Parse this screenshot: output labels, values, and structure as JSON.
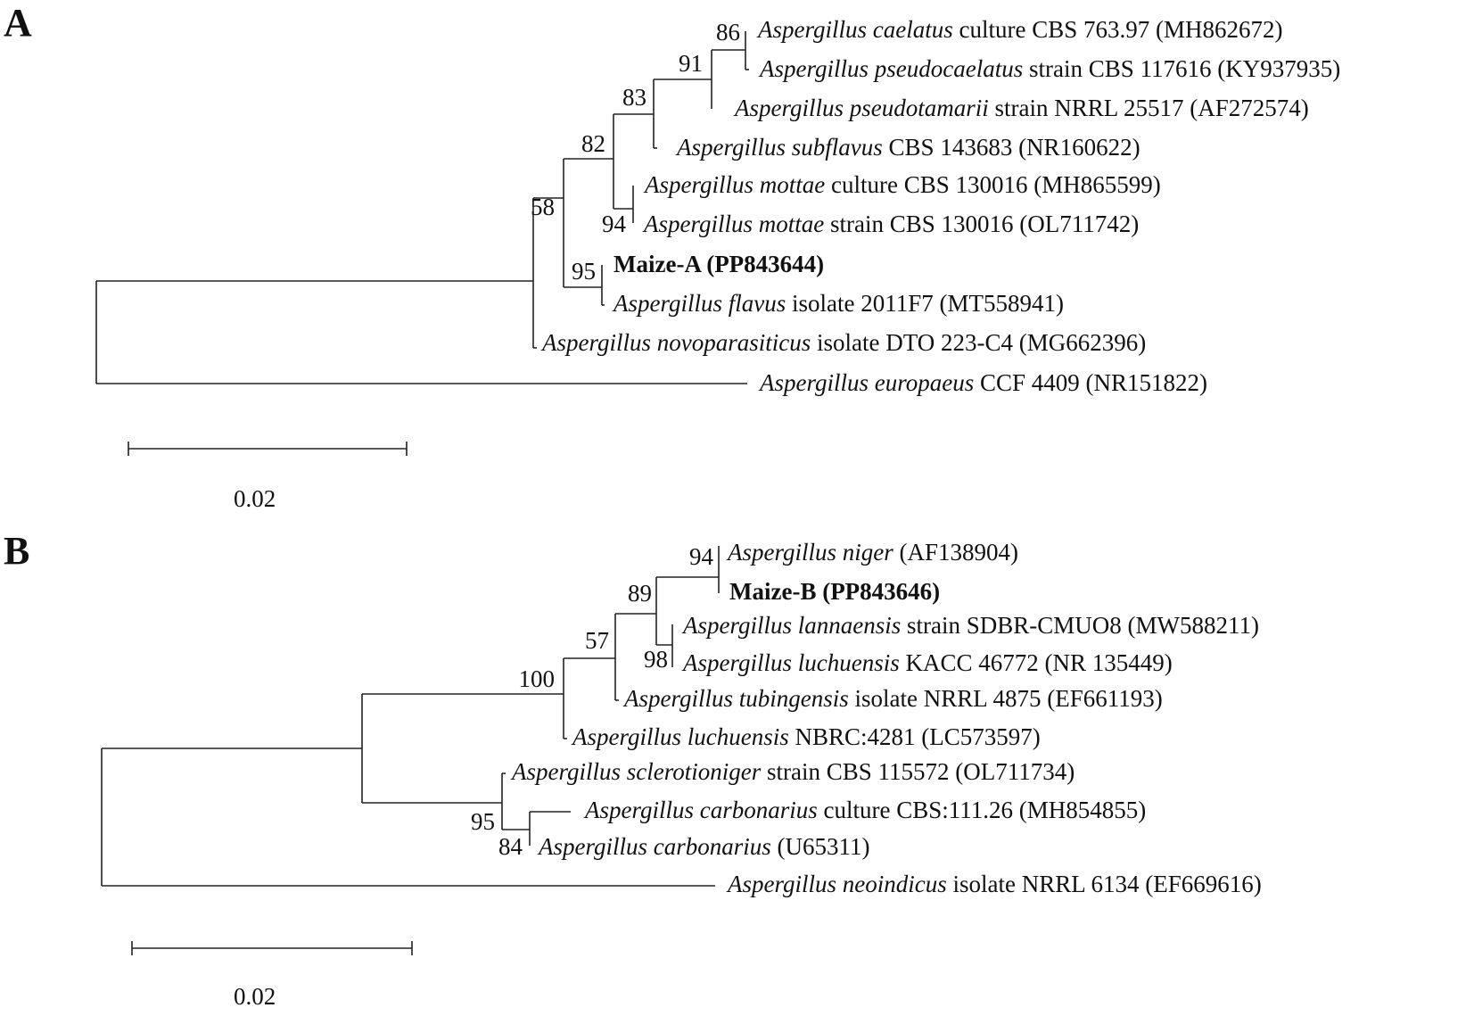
{
  "panels": [
    {
      "label": "A",
      "leaves": [
        {
          "genus": "Aspergillus",
          "species": "caelatus",
          "rest": " culture CBS 763.97 (MH862672)"
        },
        {
          "genus": "Aspergillus",
          "species": "pseudocaelatus",
          "rest": " strain CBS 117616 (KY937935)"
        },
        {
          "genus": "Aspergillus",
          "species": "pseudotamarii",
          "rest": " strain NRRL 25517 (AF272574)"
        },
        {
          "genus": "Aspergillus",
          "species": "subflavus",
          "rest": " CBS 143683 (NR160622)"
        },
        {
          "genus": "Aspergillus",
          "species": "mottae",
          "rest": " culture CBS 130016 (MH865599)"
        },
        {
          "genus": "Aspergillus",
          "species": "mottae",
          "rest": " strain CBS 130016 (OL711742)"
        },
        {
          "bold": "Maize-A (PP843644)"
        },
        {
          "genus": "Aspergillus",
          "species": "flavus",
          "rest": " isolate 2011F7 (MT558941)"
        },
        {
          "genus": "Aspergillus",
          "species": "novoparasiticus",
          "rest": " isolate DTO 223-C4 (MG662396)"
        },
        {
          "genus": "Aspergillus",
          "species": "europaeus",
          "rest": " CCF 4409 (NR151822)"
        }
      ],
      "bootstraps": [
        "86",
        "91",
        "83",
        "82",
        "94",
        "58",
        "95"
      ],
      "scale_label": "0.02"
    },
    {
      "label": "B",
      "leaves": [
        {
          "genus": "Aspergillus",
          "species": "niger",
          "rest": " (AF138904)"
        },
        {
          "bold": "Maize-B (PP843646)"
        },
        {
          "genus": "Aspergillus",
          "species": "lannaensis",
          "rest": " strain SDBR-CMUO8 (MW588211)"
        },
        {
          "genus": "Aspergillus",
          "species": "luchuensis",
          "rest": " KACC 46772 (NR 135449)"
        },
        {
          "genus": "Aspergillus",
          "species": "tubingensis",
          "rest": " isolate NRRL 4875 (EF661193)"
        },
        {
          "genus": "Aspergillus",
          "species": "luchuensis",
          "rest": " NBRC:4281 (LC573597)"
        },
        {
          "genus": "Aspergillus",
          "species": "sclerotioniger",
          "rest": " strain CBS 115572 (OL711734)"
        },
        {
          "genus": "Aspergillus",
          "species": "carbonarius",
          "rest": " culture CBS:111.26 (MH854855)"
        },
        {
          "genus": "Aspergillus",
          "species": "carbonarius",
          "rest": " (U65311)"
        },
        {
          "genus": "Aspergillus",
          "species": "neoindicus",
          "rest": " isolate NRRL 6134 (EF669616)"
        }
      ],
      "bootstraps": [
        "94",
        "89",
        "57",
        "98",
        "100",
        "95",
        "84"
      ],
      "scale_label": "0.02"
    }
  ]
}
